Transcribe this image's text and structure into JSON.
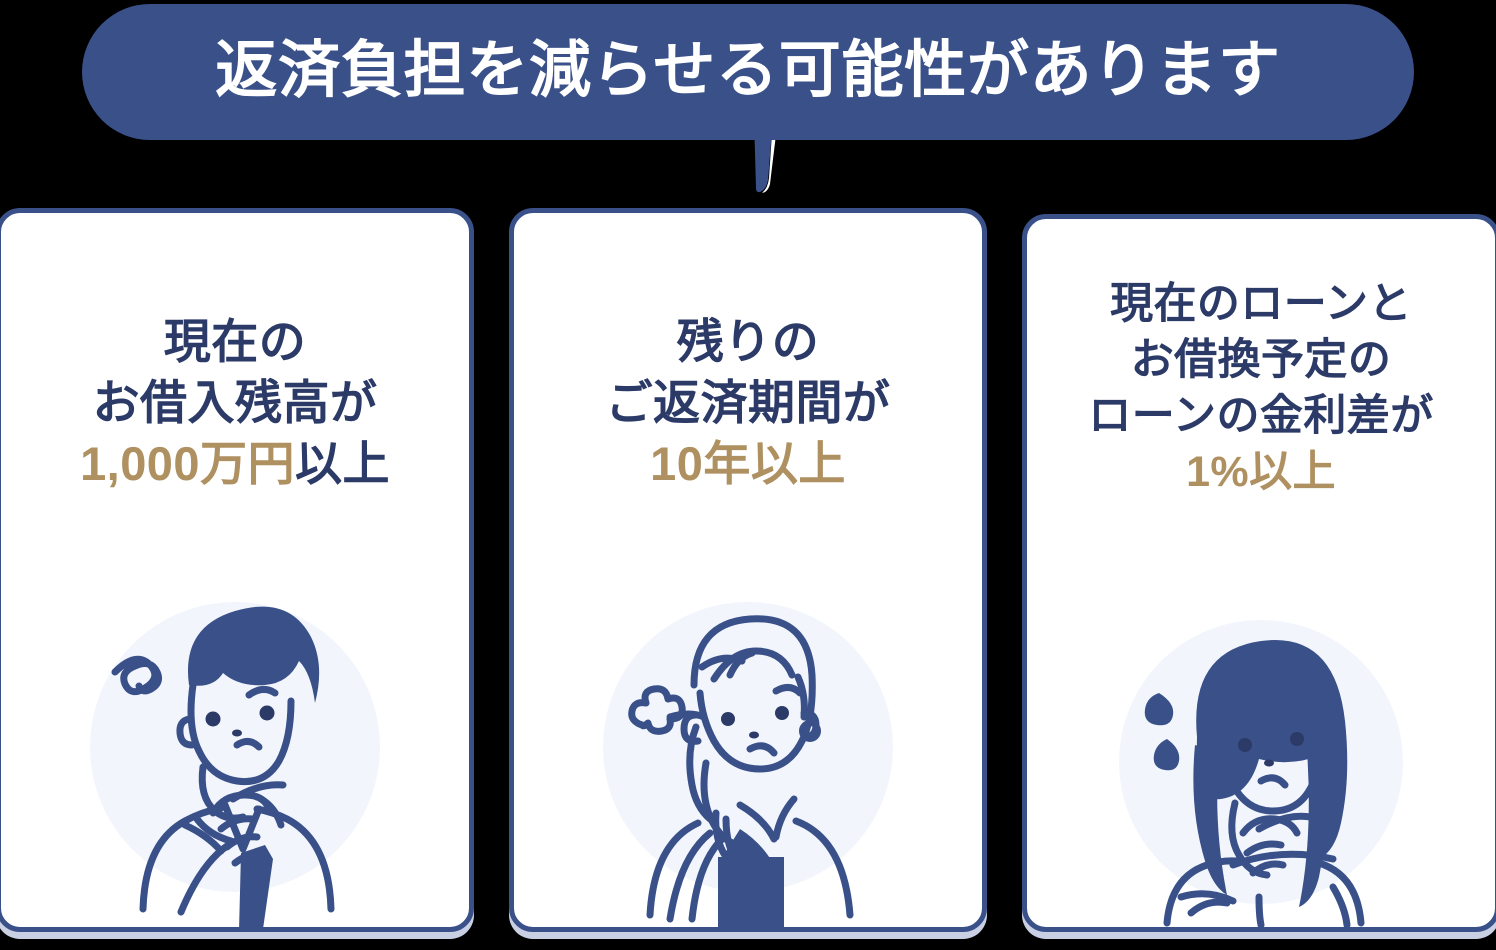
{
  "banner": {
    "title": "返済負担を減らせる可能性があります",
    "bg_color": "#3A5089",
    "text_color": "#FFFFFF",
    "tail_icon": "speech-bubble-tail-icon"
  },
  "colors": {
    "background": "#000000",
    "navy": "#3A5089",
    "navy_text": "#2B3A67",
    "gold_accent": "#AF9060",
    "card_bg": "#FFFFFF",
    "card_shadow": "#C9D0E4",
    "illustration_circle": "#F2F6FC"
  },
  "cards": [
    {
      "id": "loan-balance",
      "lines": [
        "現在の",
        "お借入残高が"
      ],
      "amount_highlight": "1,000万円",
      "amount_suffix": "以上",
      "illustration": "worried-businessman-illustration"
    },
    {
      "id": "repayment-period",
      "lines": [
        "残りの",
        "ご返済期間が"
      ],
      "amount_highlight": "10年以上",
      "amount_suffix": "",
      "illustration": "sighing-man-illustration"
    },
    {
      "id": "interest-rate-difference",
      "lines": [
        "現在のローンと",
        "お借換予定の",
        "ローンの金利差が"
      ],
      "amount_highlight": "1%以上",
      "amount_suffix": "",
      "illustration": "worried-woman-illustration"
    }
  ]
}
